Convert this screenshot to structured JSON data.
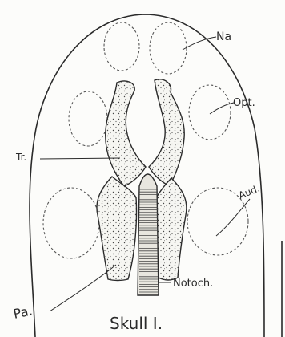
{
  "figure": {
    "caption": "Skull I.",
    "labels": {
      "nasal": "Na",
      "optic": "Opt.",
      "trabecula": "Tr.",
      "auditory": "Aud.",
      "parachordal": "Pa.",
      "notochord": "Notoch."
    }
  }
}
